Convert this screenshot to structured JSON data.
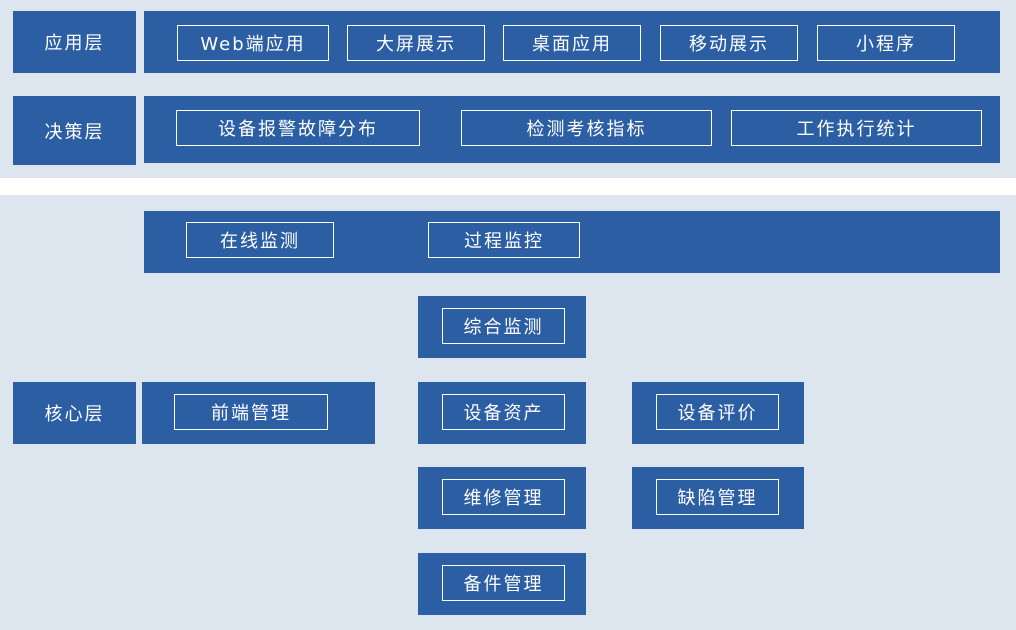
{
  "app_layer": {
    "label": "应用层",
    "items": [
      "Web端应用",
      "大屏展示",
      "桌面应用",
      "移动展示",
      "小程序"
    ]
  },
  "decision_layer": {
    "label": "决策层",
    "items": [
      "设备报警故障分布",
      "检测考核指标",
      "工作执行统计"
    ]
  },
  "core_layer": {
    "label": "核心层",
    "monitoring": [
      "在线监测",
      "过程监控"
    ],
    "front_end": "前端管理",
    "center": [
      "综合监测",
      "设备资产",
      "维修管理",
      "备件管理"
    ],
    "right": [
      "设备评价",
      "缺陷管理"
    ]
  },
  "colors": {
    "block": "#2b5ea3",
    "band": "#dde6ee",
    "text": "#ffffff"
  }
}
